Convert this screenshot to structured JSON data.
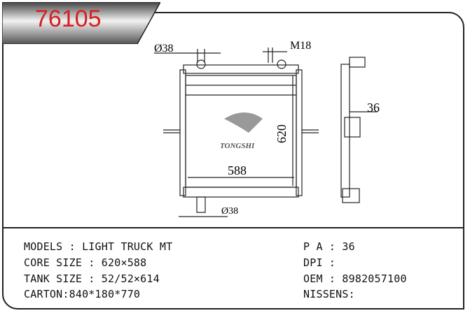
{
  "part_number": "76105",
  "drawing": {
    "dim_inlet": "Ø38",
    "dim_drain": "M18",
    "dim_width": "588",
    "dim_height": "620",
    "dim_outlet": "Ø38",
    "dim_thickness": "36",
    "logo_text": "TONGSHI"
  },
  "specs_left": [
    "MODELS : LIGHT TRUCK MT",
    "CORE SIZE : 620×588",
    "TANK SIZE : 52/52×614",
    "CARTON:840*180*770"
  ],
  "specs_right": [
    "P A : 36",
    "DPI :",
    "OEM : 8982057100",
    "NISSENS:"
  ],
  "colors": {
    "title": "#d81e1e",
    "line": "#222222"
  }
}
